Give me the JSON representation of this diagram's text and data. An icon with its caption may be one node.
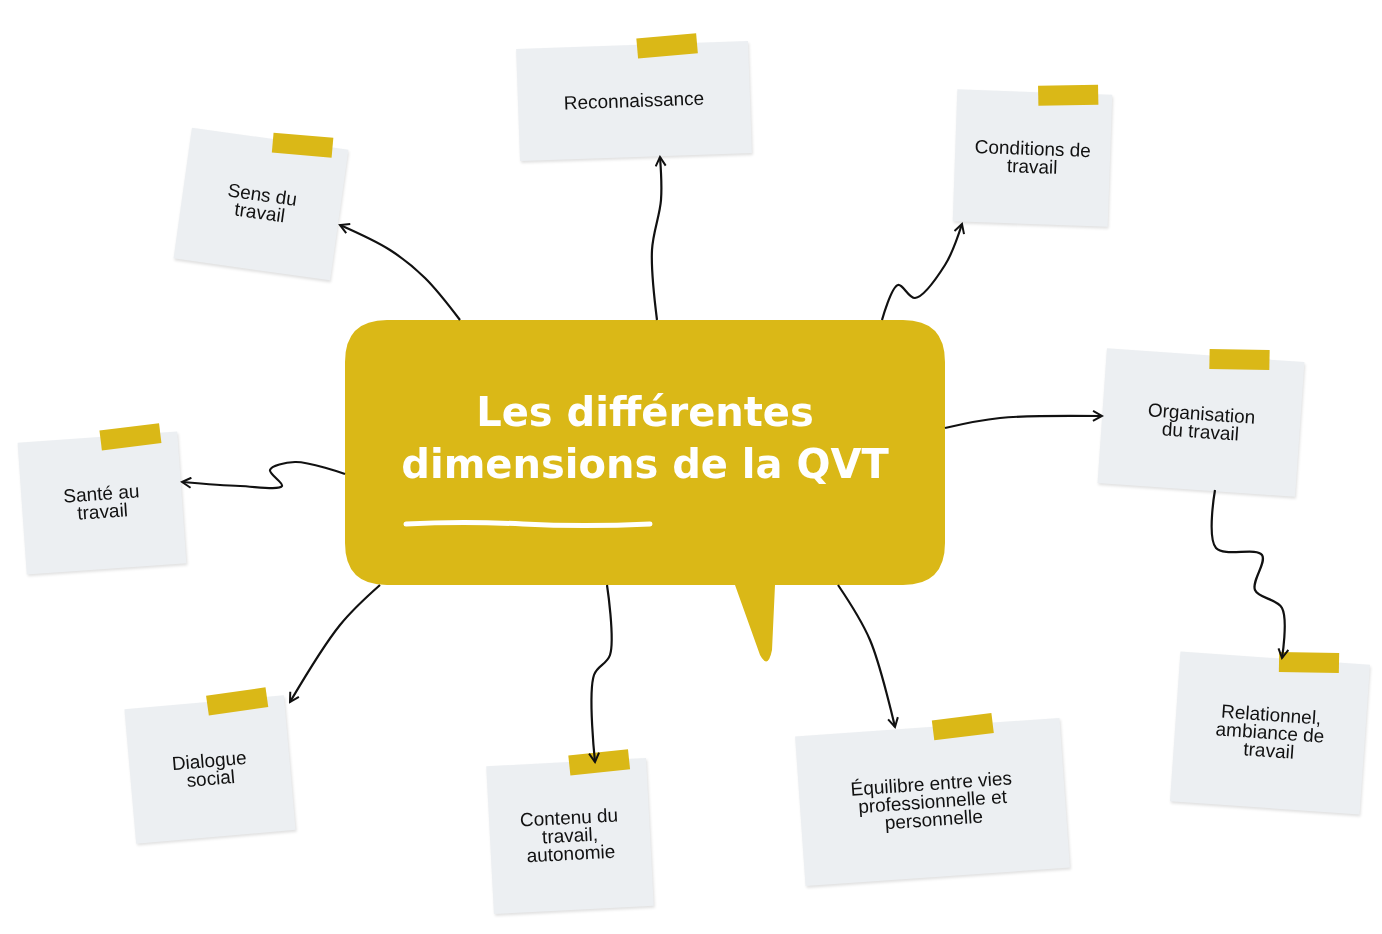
{
  "diagram": {
    "nodes": [
      {
        "text": [
          "Les différentes dimensions de la QVT"
        ]
      },
      {
        "text": [
          "Sens du travail"
        ]
      },
      {
        "text": [
          "Reconnaissance"
        ]
      },
      {
        "text": [
          "Conditions de travail"
        ]
      },
      {
        "text": [
          "Santé au travail"
        ]
      },
      {
        "text": [
          "Organisation du travail"
        ]
      },
      {
        "text": [
          "Relationnel, ambiance de travail"
        ]
      },
      {
        "text": [
          "Dialogue social"
        ]
      },
      {
        "text": [
          "Contenu du travail, autonomie"
        ]
      },
      {
        "text": [
          "Équilibre entre vies professionnelle et personnelle"
        ]
      }
    ],
    "edges": [
      {
        "from": 0,
        "to": 1,
        "arrow": "to"
      },
      {
        "from": 0,
        "to": 2,
        "arrow": "to"
      },
      {
        "from": 0,
        "to": 3,
        "arrow": "to"
      },
      {
        "from": 0,
        "to": 4,
        "arrow": "to"
      },
      {
        "from": 0,
        "to": 5,
        "arrow": "to"
      },
      {
        "from": 5,
        "to": 6,
        "arrow": "to"
      },
      {
        "from": 0,
        "to": 7,
        "arrow": "to"
      },
      {
        "from": 0,
        "to": 8,
        "arrow": "to"
      },
      {
        "from": 0,
        "to": 9,
        "arrow": "to"
      }
    ]
  }
}
